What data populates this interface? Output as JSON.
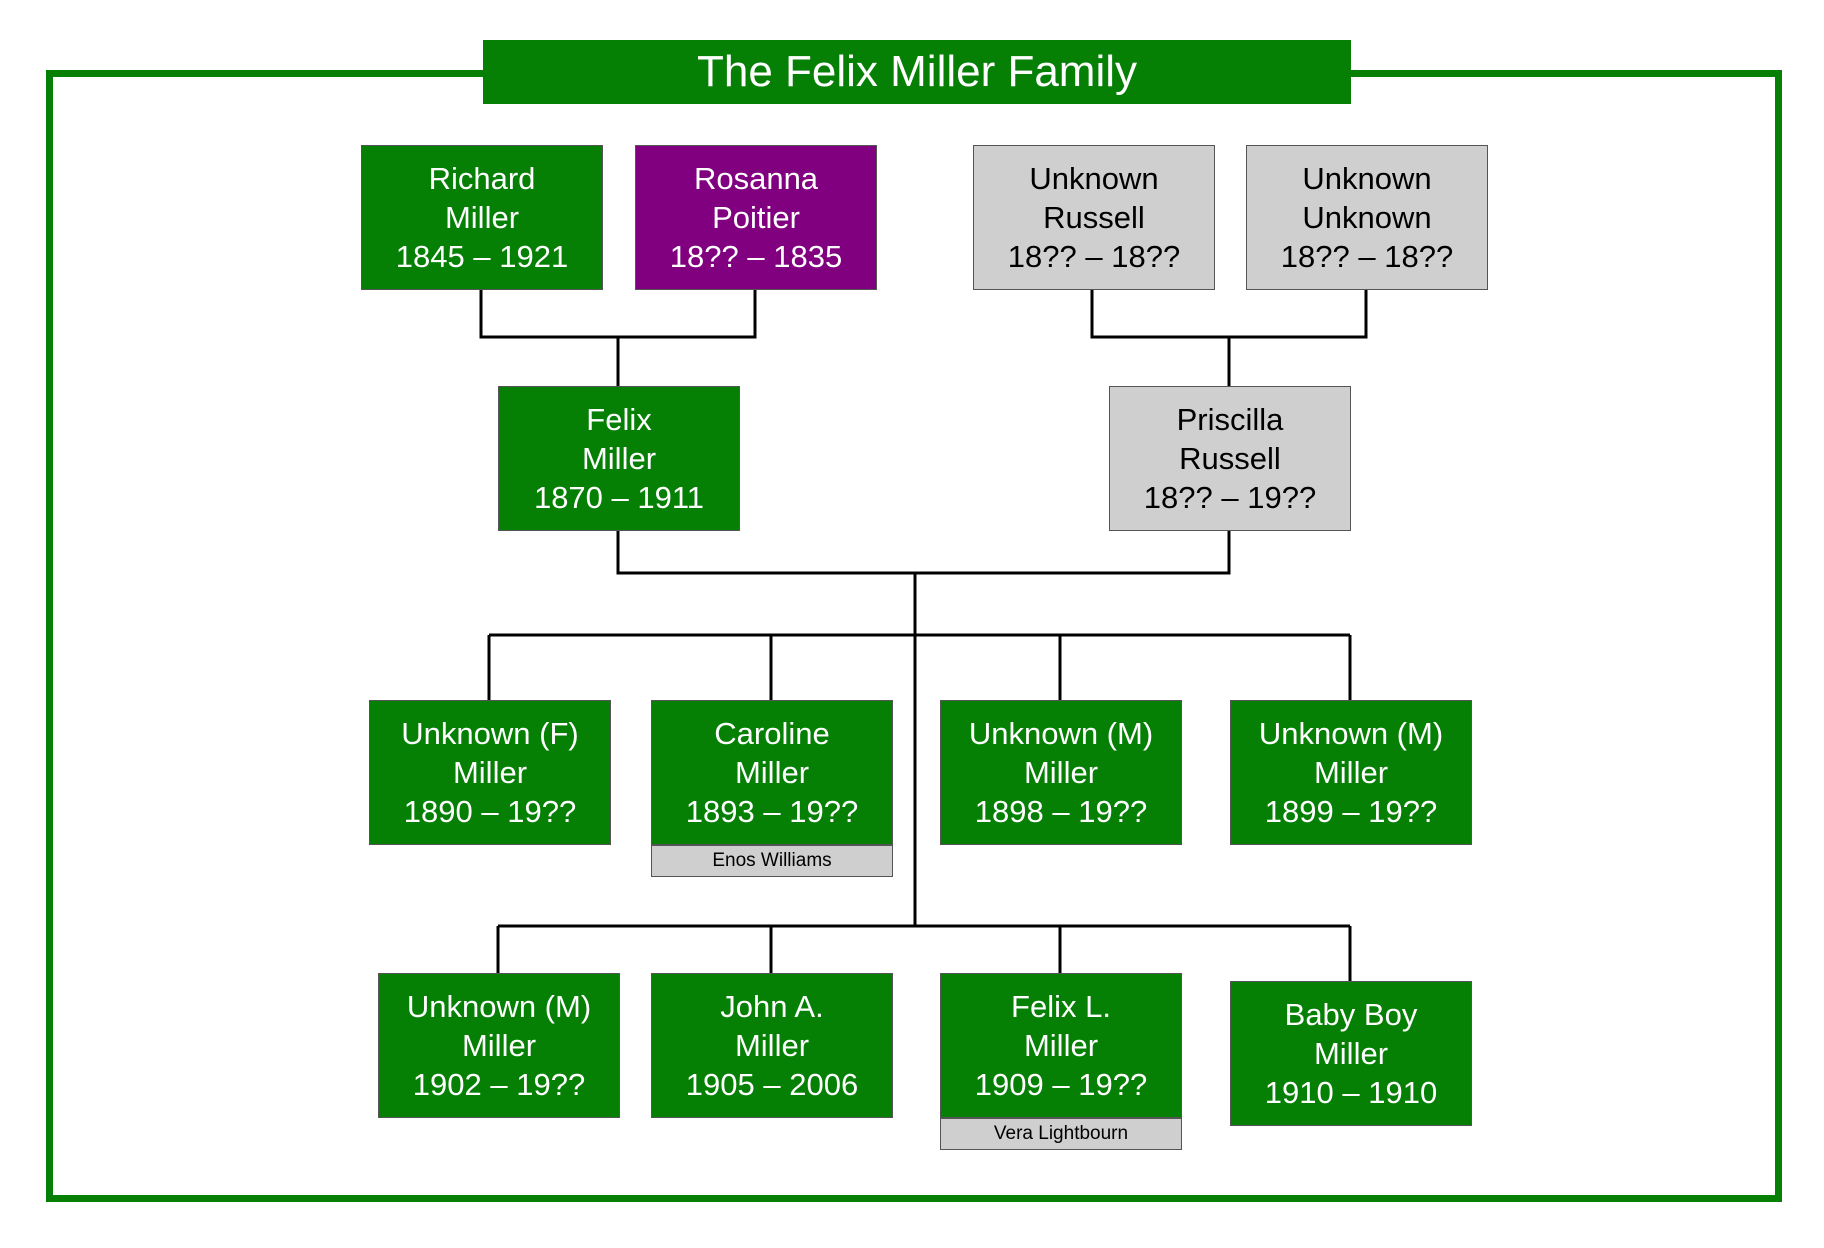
{
  "title": "The Felix Miller Family",
  "colors": {
    "green": "#058005",
    "purple": "#800080",
    "grey": "#cfcfcf"
  },
  "people": {
    "richard": {
      "first": "Richard",
      "last": "Miller",
      "dates": "1845 – 1921"
    },
    "rosanna": {
      "first": "Rosanna",
      "last": "Poitier",
      "dates": "18?? – 1835"
    },
    "unk_russell": {
      "first": "Unknown",
      "last": "Russell",
      "dates": "18?? – 18??"
    },
    "unk_unk": {
      "first": "Unknown",
      "last": "Unknown",
      "dates": "18?? – 18??"
    },
    "felix": {
      "first": "Felix",
      "last": "Miller",
      "dates": "1870 – 1911"
    },
    "priscilla": {
      "first": "Priscilla",
      "last": "Russell",
      "dates": "18?? – 19??"
    },
    "c1": {
      "first": "Unknown (F)",
      "last": "Miller",
      "dates": "1890 – 19??"
    },
    "c2": {
      "first": "Caroline",
      "last": "Miller",
      "dates": "1893 – 19??",
      "spouse": "Enos Williams"
    },
    "c3": {
      "first": "Unknown (M)",
      "last": "Miller",
      "dates": "1898 – 19??"
    },
    "c4": {
      "first": "Unknown (M)",
      "last": "Miller",
      "dates": "1899 – 19??"
    },
    "c5": {
      "first": "Unknown (M)",
      "last": "Miller",
      "dates": "1902 – 19??"
    },
    "c6": {
      "first": "John A.",
      "last": "Miller",
      "dates": "1905 – 2006"
    },
    "c7": {
      "first": "Felix L.",
      "last": "Miller",
      "dates": "1909 – 19??",
      "spouse": "Vera Lightbourn"
    },
    "c8": {
      "first": "Baby Boy",
      "last": "Miller",
      "dates": "1910 – 1910"
    }
  }
}
